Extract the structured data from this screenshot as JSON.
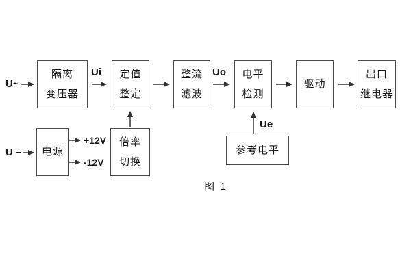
{
  "diagram": {
    "caption": "图 1",
    "inputs": {
      "ac": "U~",
      "dc": "U –"
    },
    "signals": {
      "ui": "Ui",
      "uo": "Uo",
      "ue": "Ue"
    },
    "rails": {
      "pos": "+12V",
      "neg": "-12V"
    },
    "blocks": {
      "isolation_transformer": {
        "line1": "隔离",
        "line2": "变压器"
      },
      "setting_adjust": {
        "line1": "定值",
        "line2": "整定"
      },
      "rectifier_filter": {
        "line1": "整流",
        "line2": "滤波"
      },
      "level_detect": {
        "line1": "电平",
        "line2": "检测"
      },
      "drive": {
        "label": "驱动"
      },
      "output_relay": {
        "line1": "出口",
        "line2": "继电器"
      },
      "power_supply": {
        "label": "电源"
      },
      "ratio_switch": {
        "line1": "倍率",
        "line2": "切换"
      },
      "reference_level": {
        "label": "参考电平"
      }
    },
    "colors": {
      "line": "#4a4a4a",
      "arrow": "#333333",
      "text": "#1a1a1a",
      "background": "#ffffff"
    }
  }
}
